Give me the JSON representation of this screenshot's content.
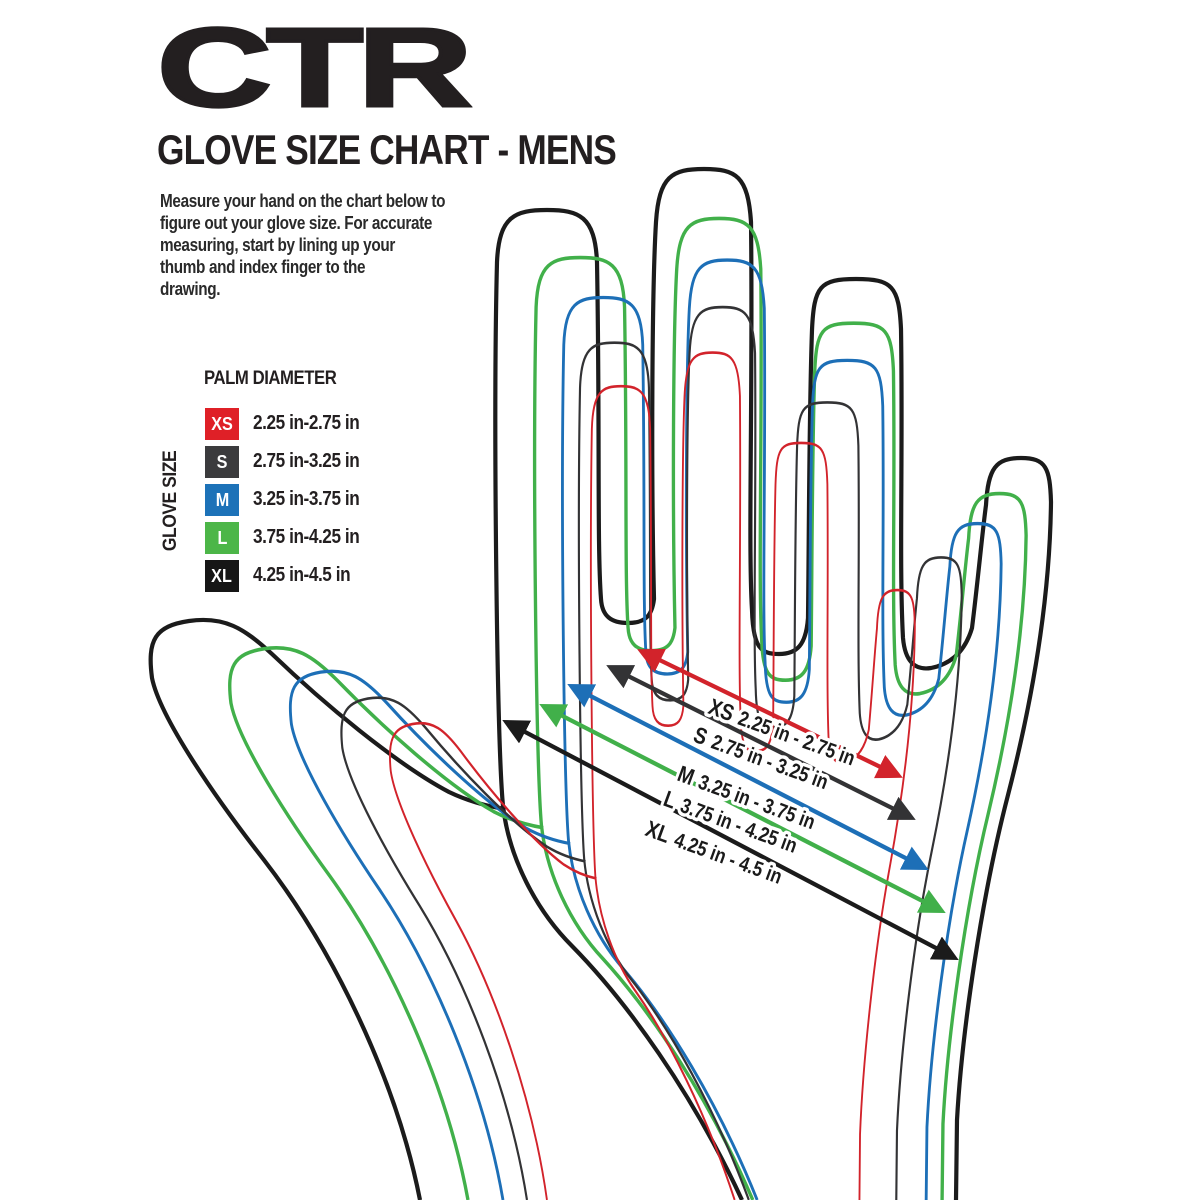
{
  "page": {
    "background": "#ffffff"
  },
  "header": {
    "logo_text": "CTR",
    "title": "GLOVE SIZE CHART - MENS",
    "description_lines": [
      "Measure your hand on the chart below to",
      "figure out your glove size. For accurate",
      "measuring, start by lining up your",
      "thumb and index finger to the",
      "drawing."
    ]
  },
  "size_table": {
    "column_header": "PALM DIAMETER",
    "row_header": "GLOVE SIZE",
    "rows": [
      {
        "size": "XS",
        "range": "2.25 in-2.75 in",
        "color": "#df2027"
      },
      {
        "size": "S",
        "range": "2.75 in-3.25 in",
        "color": "#3b3b3d"
      },
      {
        "size": "M",
        "range": "3.25 in-3.75 in",
        "color": "#1d72b8"
      },
      {
        "size": "L",
        "range": "3.75 in-4.25 in",
        "color": "#4cb648"
      },
      {
        "size": "XL",
        "range": "4.25 in-4.5 in",
        "color": "#161616"
      }
    ]
  },
  "hand_diagram": {
    "outline_colors": {
      "xs": "#d2232b",
      "s": "#333335",
      "m": "#1d6fb7",
      "l": "#41b04a",
      "xl": "#1b1b1b"
    },
    "arrows": [
      {
        "size": "XS",
        "range": "2.25 in - 2.75 in",
        "color": "#d2232b"
      },
      {
        "size": "S",
        "range": "2.75 in - 3.25 in",
        "color": "#333335"
      },
      {
        "size": "M",
        "range": "3.25 in - 3.75 in",
        "color": "#1d6fb7"
      },
      {
        "size": "L",
        "range": "3.75 in - 4.25 in",
        "color": "#41b04a"
      },
      {
        "size": "XL",
        "range": "4.25 in - 4.5 in",
        "color": "#1b1b1b"
      }
    ]
  }
}
